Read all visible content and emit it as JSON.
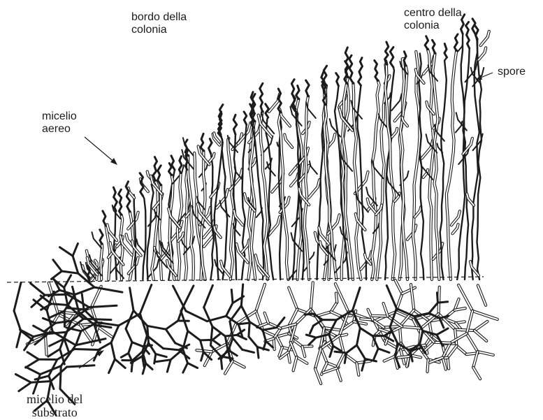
{
  "labels": {
    "bordo": {
      "line1": "bordo della",
      "line2": "colonia"
    },
    "centro": {
      "line1": "centro della",
      "line2": "colonia"
    },
    "spore": "spore",
    "aereo": {
      "line1": "micelio",
      "line2": "aereo"
    },
    "substrato": {
      "line1": "micelio del",
      "line2": "substrato"
    }
  },
  "colors": {
    "ink": "#1c1c1c",
    "paper": "#ffffff"
  }
}
